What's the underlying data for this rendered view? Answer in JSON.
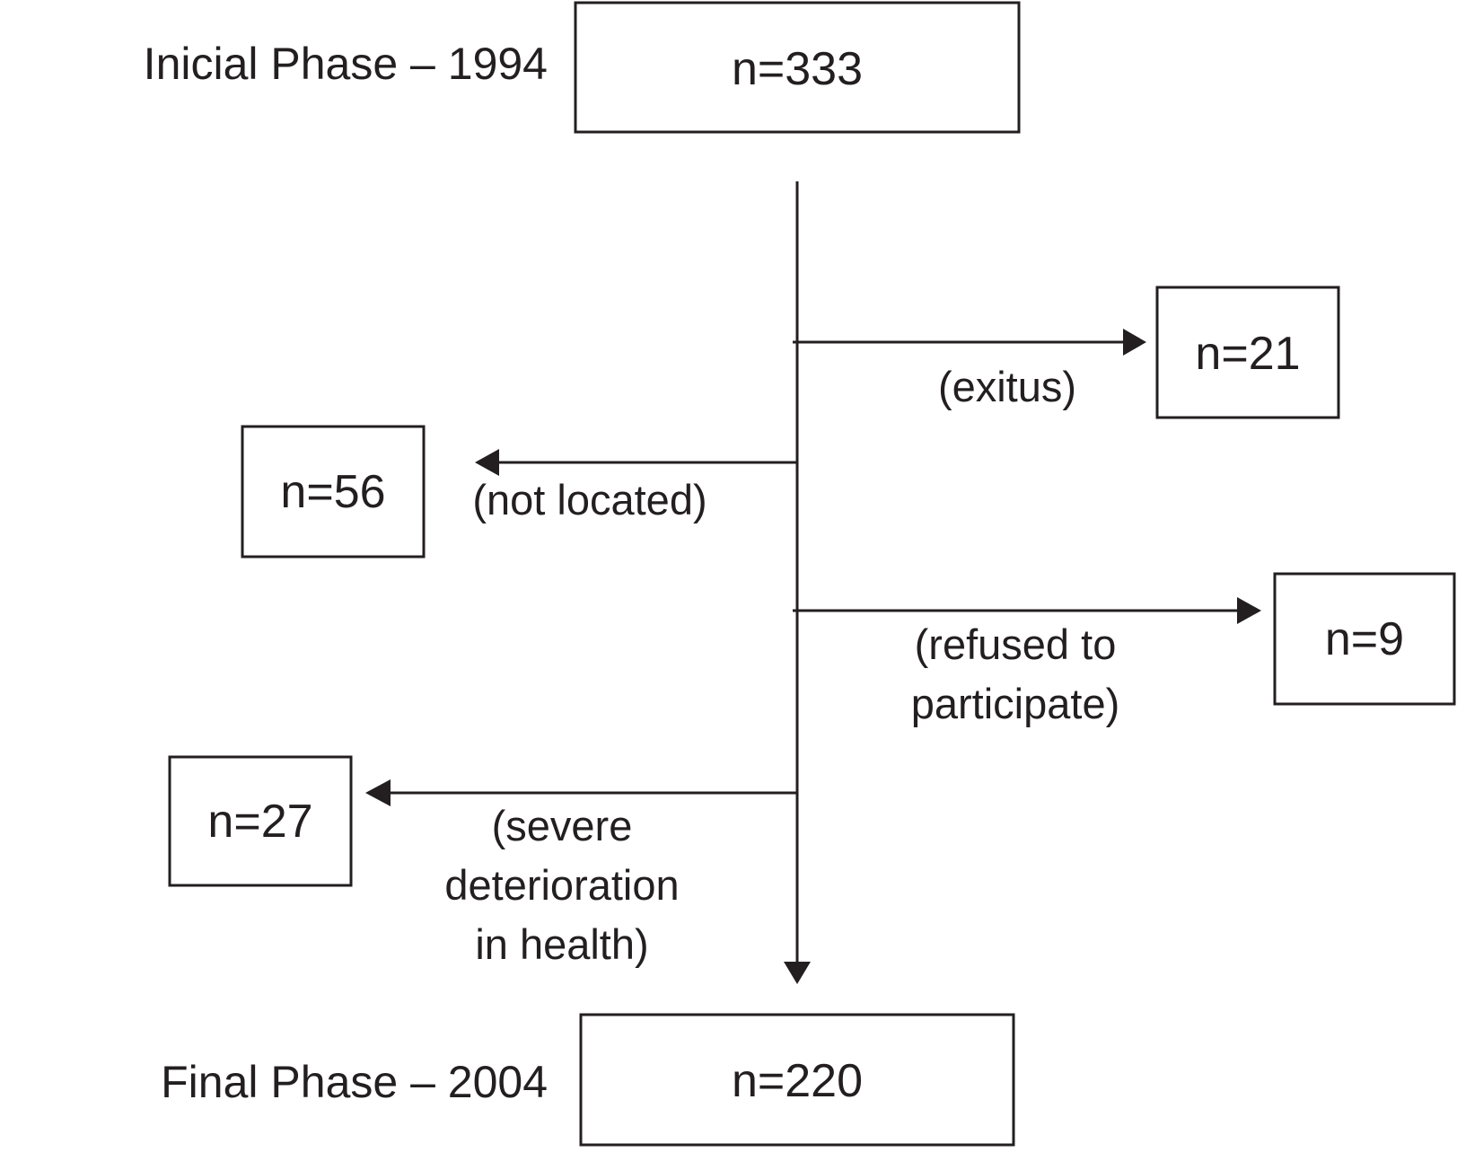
{
  "initial_phase": {
    "label": "Inicial Phase – 1994",
    "count": "n=333"
  },
  "final_phase": {
    "label": "Final Phase – 2004",
    "count": "n=220"
  },
  "exclusions": [
    {
      "count": "n=21",
      "reason_lines": [
        "(exitus)"
      ]
    },
    {
      "count": "n=56",
      "reason_lines": [
        "(not located)"
      ]
    },
    {
      "count": "n=9",
      "reason_lines": [
        "(refused to",
        "participate)"
      ]
    },
    {
      "count": "n=27",
      "reason_lines": [
        "(severe",
        "deterioration",
        "in health)"
      ]
    }
  ],
  "colors": {
    "ink": "#231f20",
    "background": "#ffffff"
  }
}
